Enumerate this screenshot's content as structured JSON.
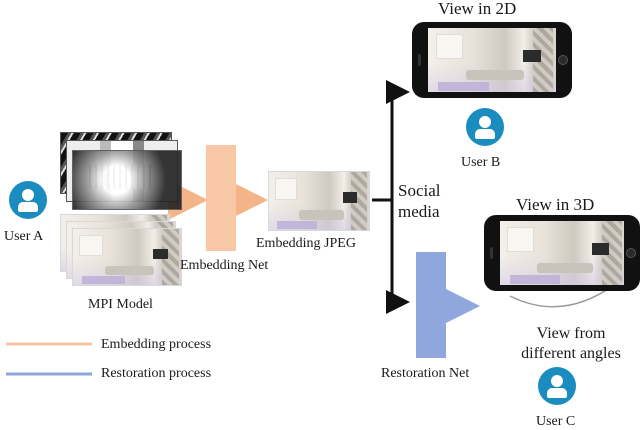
{
  "labels": {
    "view_2d": "View in 2D",
    "view_3d": "View in 3D",
    "user_a": "User A",
    "user_b": "User B",
    "user_c": "User C",
    "mpi_model": "MPI Model",
    "embedding_net": "Embedding Net",
    "embedding_jpeg": "Embedding JPEG",
    "social_media_line1": "Social",
    "social_media_line2": "media",
    "restoration_net": "Restoration Net",
    "view_angles_line1": "View from",
    "view_angles_line2": "different angles"
  },
  "legend": [
    {
      "label": "Embedding process",
      "color": "#f5c3a3"
    },
    {
      "label": "Restoration process",
      "color": "#8ea6d8"
    }
  ],
  "colors": {
    "embedding": "#f7c7a6",
    "restoration": "#8fa7dc",
    "avatar": "#1a8cc0",
    "arrow": "#111111"
  }
}
